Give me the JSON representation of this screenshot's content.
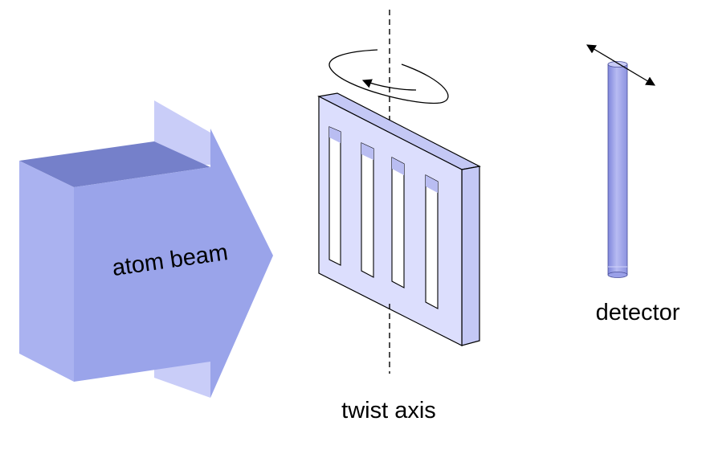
{
  "labels": {
    "beam": "atom beam",
    "axis": "twist axis",
    "detector": "detector"
  },
  "colors": {
    "beam_front": "#9aa4ea",
    "beam_top": "#7580ca",
    "beam_tail": "#c9cdf8",
    "grating_face": "#dcdefd",
    "grating_side": "#c4c8f5",
    "slit_inner": "#b9bdf2",
    "detector": "#9aa0e8",
    "stroke": "#000000"
  }
}
